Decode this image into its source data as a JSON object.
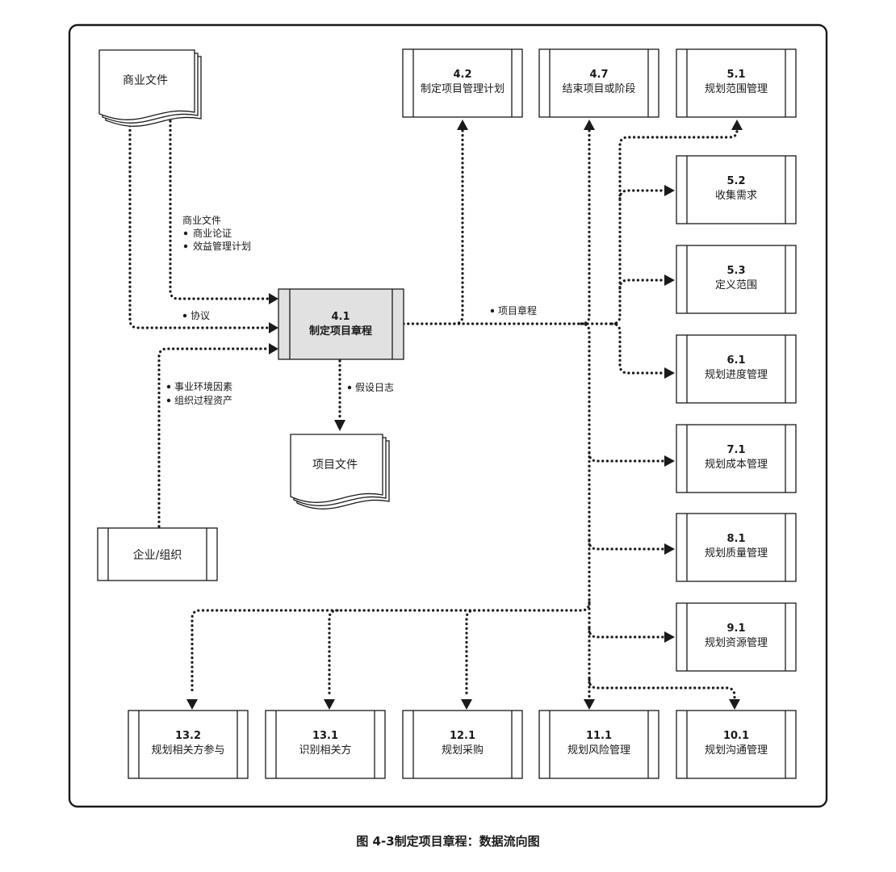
{
  "processes": {
    "p4_1": {
      "number": "4.1",
      "name": "制定项目章程"
    },
    "p4_2": {
      "number": "4.2",
      "name": "制定项目管理计划"
    },
    "p4_7": {
      "number": "4.7",
      "name": "结束项目或阶段"
    },
    "p5_1": {
      "number": "5.1",
      "name": "规划范围管理"
    },
    "p5_2": {
      "number": "5.2",
      "name": "收集需求"
    },
    "p5_3": {
      "number": "5.3",
      "name": "定义范围"
    },
    "p6_1": {
      "number": "6.1",
      "name": "规划进度管理"
    },
    "p7_1": {
      "number": "7.1",
      "name": "规划成本管理"
    },
    "p8_1": {
      "number": "8.1",
      "name": "规划质量管理"
    },
    "p9_1": {
      "number": "9.1",
      "name": "规划资源管理"
    },
    "p10_1": {
      "number": "10.1",
      "name": "规划沟通管理"
    },
    "p11_1": {
      "number": "11.1",
      "name": "规划风险管理"
    },
    "p12_1": {
      "number": "12.1",
      "name": "规划采购"
    },
    "p13_1": {
      "number": "13.1",
      "name": "识别相关方"
    },
    "p13_2": {
      "number": "13.2",
      "name": "规划相关方参与"
    }
  },
  "documents": {
    "business": "商业文件",
    "project": "项目文件"
  },
  "enterprise": "企业/组织",
  "annotations": {
    "business_title": "商业文件",
    "business_case": "商业论证",
    "benefits_plan": "效益管理计划",
    "agreements": "协议",
    "eef": "事业环境因素",
    "opa": "组织过程资产",
    "assumption_log": "假设日志",
    "charter": "项目章程"
  },
  "caption": "图 4-3制定项目章程：数据流向图"
}
